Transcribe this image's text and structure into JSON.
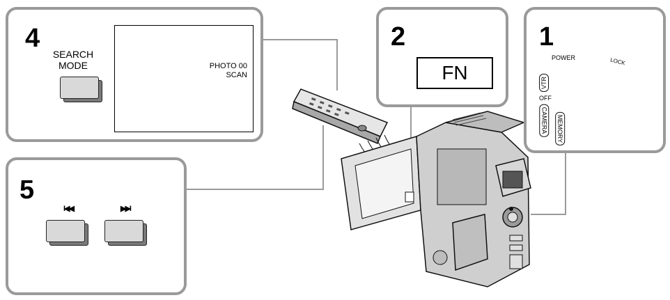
{
  "steps": {
    "step1": "1",
    "step2": "2",
    "step4": "4",
    "step5": "5"
  },
  "panel4": {
    "button_label_line1": "SEARCH",
    "button_label_line2": "MODE",
    "screen_line1": "PHOTO  00",
    "screen_line2": "SCAN"
  },
  "panel2": {
    "fn_label": "FN"
  },
  "panel5": {
    "prev_icon": "skip-previous-icon",
    "next_icon": "skip-next-icon",
    "prev_glyph": "I◀◀",
    "next_glyph": "▶▶I"
  },
  "panel1": {
    "power_label": "POWER",
    "lock_label": "LOCK",
    "vtr_label": "VTR",
    "off_label": "OFF",
    "camera_label": "CAMERA",
    "memory_label": "MEMORY"
  },
  "colors": {
    "panel_border": "#9a9a9a",
    "button_face": "#d9d9d9",
    "button_shadow": "#7a7a7a",
    "device_body": "#cfcfcf"
  }
}
